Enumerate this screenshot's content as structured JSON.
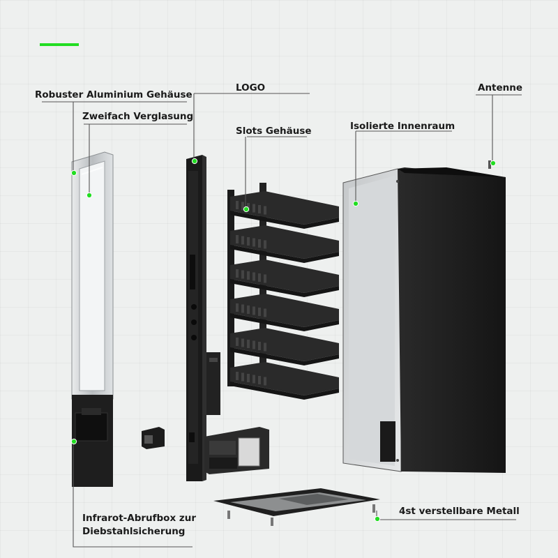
{
  "colors": {
    "accent": "#22dd22",
    "leader": "#555555",
    "dark_metal": "#1b1b1b",
    "aluminium": "#c9ccce"
  },
  "labels": {
    "frame": "Robuster Aluminium Gehäuse",
    "glazing": "Zweifach Verglasung",
    "logo": "LOGO",
    "slots": "Slots Gehäuse",
    "interior": "Isolierte Innenraum",
    "antenna": "Antenne",
    "ir_box_line1": "Infrarot-Abrufbox zur",
    "ir_box_line2": "Diebstahlsicherung",
    "feet": "4st verstellbare Metall"
  }
}
